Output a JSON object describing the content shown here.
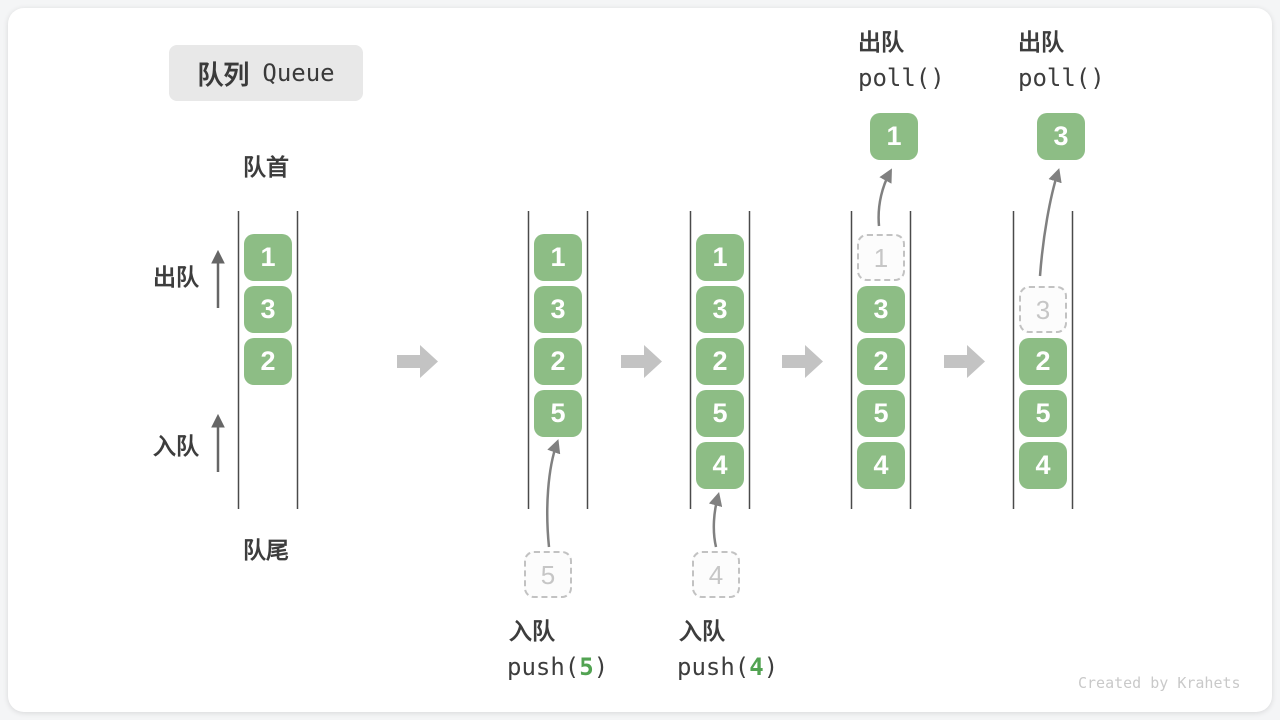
{
  "title_badge": {
    "zh": "队列",
    "en": "Queue"
  },
  "labels": {
    "front": "队首",
    "rear": "队尾",
    "dequeue": "出队",
    "enqueue": "入队"
  },
  "watermark": "Created by Krahets",
  "colors": {
    "cell_green": "#8dbd85",
    "code_accent_green": "#52a352",
    "text_dark": "#3d3d3d",
    "wall_line": "#4a4a4a",
    "transition_arrow": "#c3c3c3",
    "curve_arrow": "#808080",
    "ghost_border": "#c2c2c2",
    "badge_bg": "#e8e8e8"
  },
  "stages": [
    {
      "cells": [
        "1",
        "3",
        "2"
      ]
    },
    {
      "cells": [
        "1",
        "3",
        "2",
        "5"
      ],
      "incoming": "5",
      "op": {
        "label": "入队",
        "code_pre": "push(",
        "code_arg": "5",
        "code_post": ")"
      }
    },
    {
      "cells": [
        "1",
        "3",
        "2",
        "5",
        "4"
      ],
      "incoming": "4",
      "op": {
        "label": "入队",
        "code_pre": "push(",
        "code_arg": "4",
        "code_post": ")"
      }
    },
    {
      "ghost": "1",
      "cells": [
        "3",
        "2",
        "5",
        "4"
      ],
      "outgoing": "1",
      "op": {
        "label": "出队",
        "code": "poll()"
      }
    },
    {
      "ghost": "3",
      "cells": [
        "2",
        "5",
        "4"
      ],
      "outgoing": "3",
      "op": {
        "label": "出队",
        "code": "poll()"
      }
    }
  ]
}
